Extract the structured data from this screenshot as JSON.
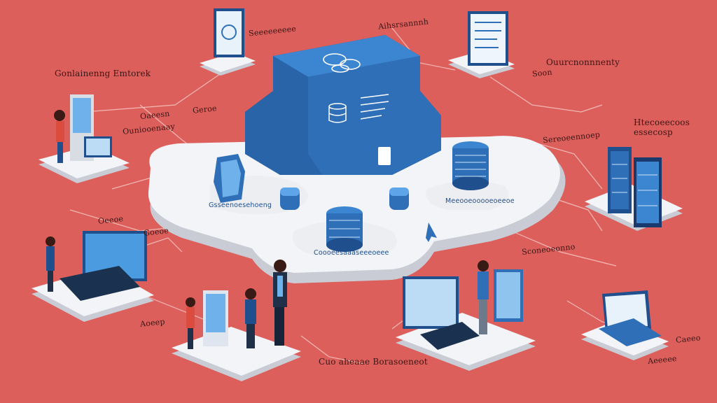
{
  "colors": {
    "background": "#dc5f5b",
    "platform": "#f3f4f7",
    "platform_shadow": "#c9ccd4",
    "cloud_blue": "#2f6fb7",
    "cloud_blue_dark": "#1f4f8c",
    "line": "#f6c9c6"
  },
  "labels": {
    "top_center": "Aihsrsannnh",
    "top_left_caption": "Seeeeeeeee",
    "left_title": "Gonlainenng Emtorek",
    "right_top": "Ouurcnonnnenty",
    "right_side": "Htecoeecoos essecosp",
    "left_mid_a": "Oaeesn",
    "left_mid_b": "Geroe",
    "left_mid_c": "Ouniooenaay",
    "right_mid_a": "Soon",
    "right_mid_b": "Sereoeennoep",
    "left_lower_a": "Oeeoe",
    "left_lower_b": "Goeoe",
    "left_bottom": "Aoeep",
    "right_lower": "Sconeoeonno",
    "right_bottom_a": "Caeeo",
    "right_bottom_b": "Aeeeee",
    "bottom_center": "Cuo aheaae Borasoeneot",
    "pill_left": "Gsseenoesehoeng",
    "pill_center": "Coooeesaaaseeeoeee",
    "pill_right": "Meeooeooooeoeeoe"
  }
}
